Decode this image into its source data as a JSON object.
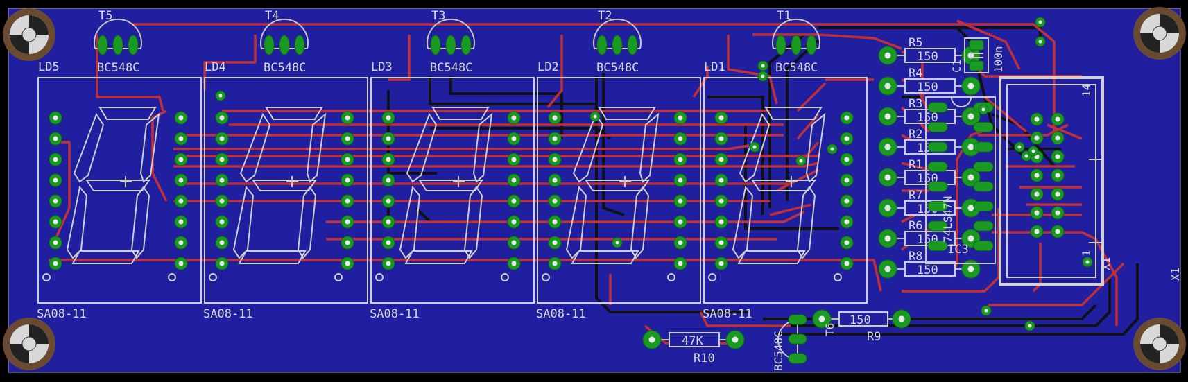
{
  "board": {
    "colors": {
      "substrate": "#1f1fa0",
      "top_copper": "#c0303a",
      "bottom_copper": "#101018",
      "pad": "#1a9a22",
      "silk": "#cfcfcf"
    }
  },
  "transistors": [
    {
      "ref": "T5",
      "value": "BC548C"
    },
    {
      "ref": "T4",
      "value": "BC548C"
    },
    {
      "ref": "T3",
      "value": "BC548C"
    },
    {
      "ref": "T2",
      "value": "BC548C"
    },
    {
      "ref": "T1",
      "value": "BC548C"
    }
  ],
  "transistor_t6": {
    "ref": "T6",
    "value": "BC548C"
  },
  "displays": [
    {
      "ref": "LD5",
      "part": "SA08-11"
    },
    {
      "ref": "LD4",
      "part": "SA08-11"
    },
    {
      "ref": "LD3",
      "part": "SA08-11"
    },
    {
      "ref": "LD2",
      "part": "SA08-11"
    },
    {
      "ref": "LD1",
      "part": "SA08-11"
    }
  ],
  "resistors": [
    {
      "ref": "R5",
      "value": "150"
    },
    {
      "ref": "R4",
      "value": "150"
    },
    {
      "ref": "R3",
      "value": "150"
    },
    {
      "ref": "R2",
      "value": "150"
    },
    {
      "ref": "R1",
      "value": "150"
    },
    {
      "ref": "R7",
      "value": "150"
    },
    {
      "ref": "R6",
      "value": "150"
    },
    {
      "ref": "R8",
      "value": "150"
    }
  ],
  "r9": {
    "ref": "R9",
    "value": "150"
  },
  "r10": {
    "ref": "R10",
    "value": "47K"
  },
  "c1": {
    "ref": "C1",
    "value": "100n"
  },
  "ic3": {
    "ref": "IC3",
    "value": "74LS47N"
  },
  "x1": {
    "ref": "X1",
    "pin": "14",
    "pin_bottom": "1"
  }
}
